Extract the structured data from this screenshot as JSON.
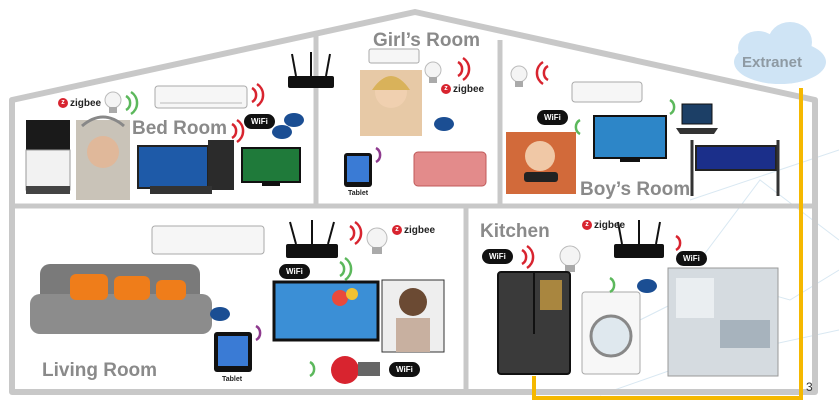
{
  "rooms": {
    "girls_room": "Girl’s Room",
    "bed_room": "Bed Room",
    "boys_room": "Boy’s Room",
    "living_room": "Living Room",
    "kitchen": "Kitchen"
  },
  "cloud": {
    "label": "Extranet"
  },
  "badges": {
    "zigbee": "zigbee",
    "wifi": "WiFi",
    "tablet": "Tablet"
  },
  "page_number": "3",
  "colors": {
    "house_outline": "#c8c8c8",
    "room_label": "#8a8a8a",
    "extranet_line": "#f5b800",
    "cloud": "#cfe4f5",
    "signal_red": "#d8242f",
    "signal_green": "#5cb85c"
  }
}
